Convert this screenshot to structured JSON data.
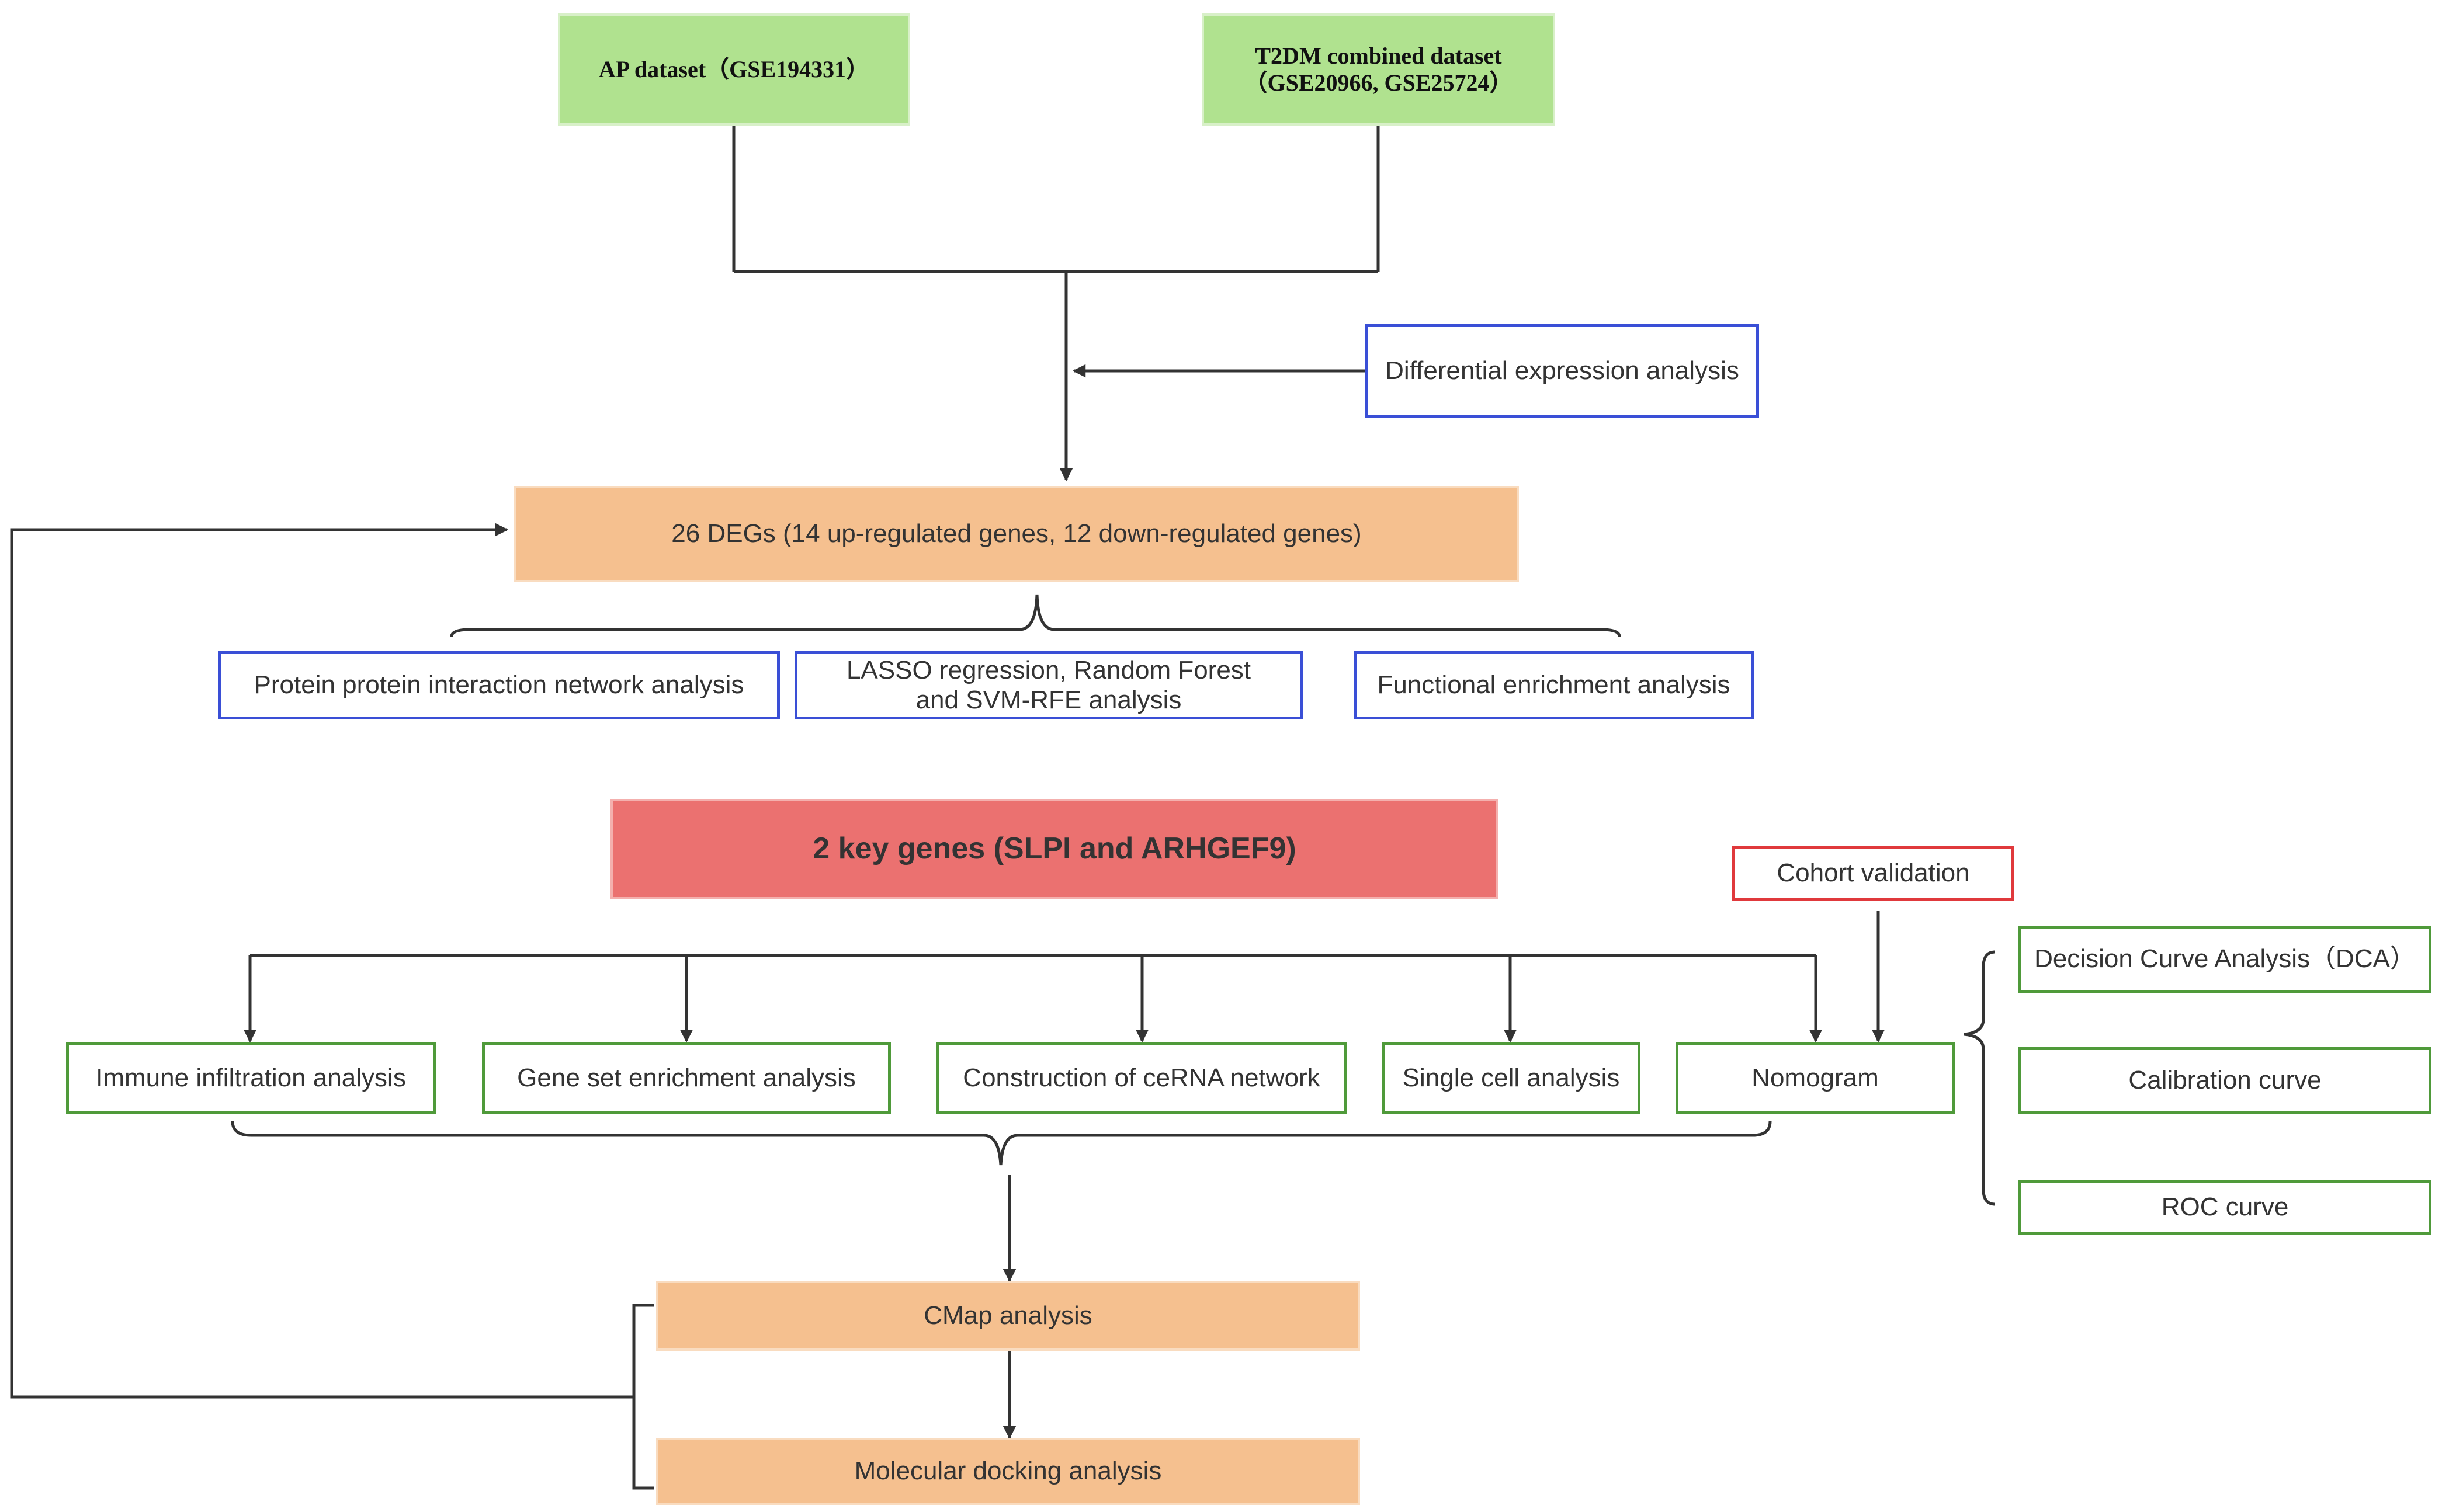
{
  "colors": {
    "green_fill": "#b0e28f",
    "orange_fill": "#f5c08f",
    "red_fill": "#eb7170",
    "blue_border": "#3a4fd6",
    "green_border": "#4f9a3a",
    "red_border": "#e0393c",
    "connector": "#333333"
  },
  "datasets": {
    "ap": "AP dataset（GSE194331）",
    "t2dm": "T2DM combined dataset\n（GSE20966, GSE25724）"
  },
  "steps": {
    "differential_expression": "Differential expression analysis",
    "degs": "26 DEGs (14 up-regulated genes, 12 down-regulated genes)",
    "ppi": "Protein protein interaction network analysis",
    "ml_selection": "LASSO regression, Random Forest\nand SVM-RFE analysis",
    "functional_enrichment": "Functional enrichment analysis",
    "key_genes": "2 key genes (SLPI and ARHGEF9)",
    "cohort_validation": "Cohort  validation",
    "immune_infiltration": "Immune infiltration analysis",
    "gsea": "Gene set enrichment analysis",
    "cerna": "Construction of ceRNA network",
    "single_cell": "Single cell analysis",
    "nomogram": "Nomogram",
    "dca": "Decision Curve Analysis（DCA）",
    "calibration": "Calibration curve",
    "roc": "ROC curve",
    "cmap": "CMap analysis",
    "docking": "Molecular docking analysis"
  }
}
